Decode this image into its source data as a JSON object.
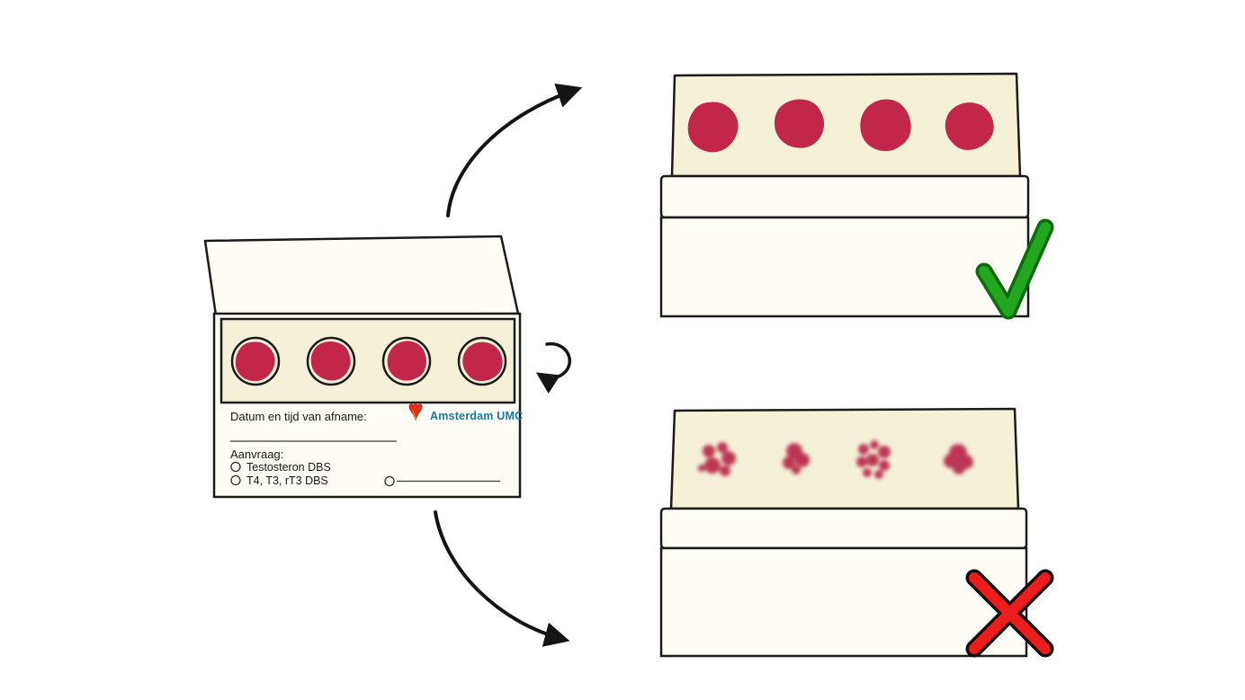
{
  "page": {
    "background": "#ffffff",
    "description_topic": "dried blood spot card instruction"
  },
  "collection_card": {
    "date_time_label": "Datum en tijd van afname:",
    "brand_name": "Amsterdam UMC",
    "request_label": "Aanvraag:",
    "option_1": "Testosteron DBS",
    "option_2": "T4, T3, rT3 DBS",
    "spot_count": 4
  },
  "good_card": {
    "spot_count": 4,
    "mark": "checkmark"
  },
  "bad_card": {
    "cluster_count": 4,
    "mark": "cross"
  },
  "icons": {
    "logo": "tulip-logo-icon",
    "success": "checkmark-icon",
    "failure": "cross-icon",
    "arrow_up": "curved-arrow-up-icon",
    "arrow_down": "curved-arrow-down-icon",
    "rotate": "rotate-arrow-icon"
  },
  "colors": {
    "blood_red": "#c2274a",
    "blood_red_smear": "#b8274a",
    "card_cream": "#f5f1d7",
    "card_white": "#fffdf6",
    "check_green": "#22a71e",
    "check_green_dark": "#0c6b0c",
    "cross_red": "#ee1d1d",
    "brand_teal": "#1779a0",
    "logo_red": "#e0301e",
    "outline": "#1a1a1a"
  }
}
